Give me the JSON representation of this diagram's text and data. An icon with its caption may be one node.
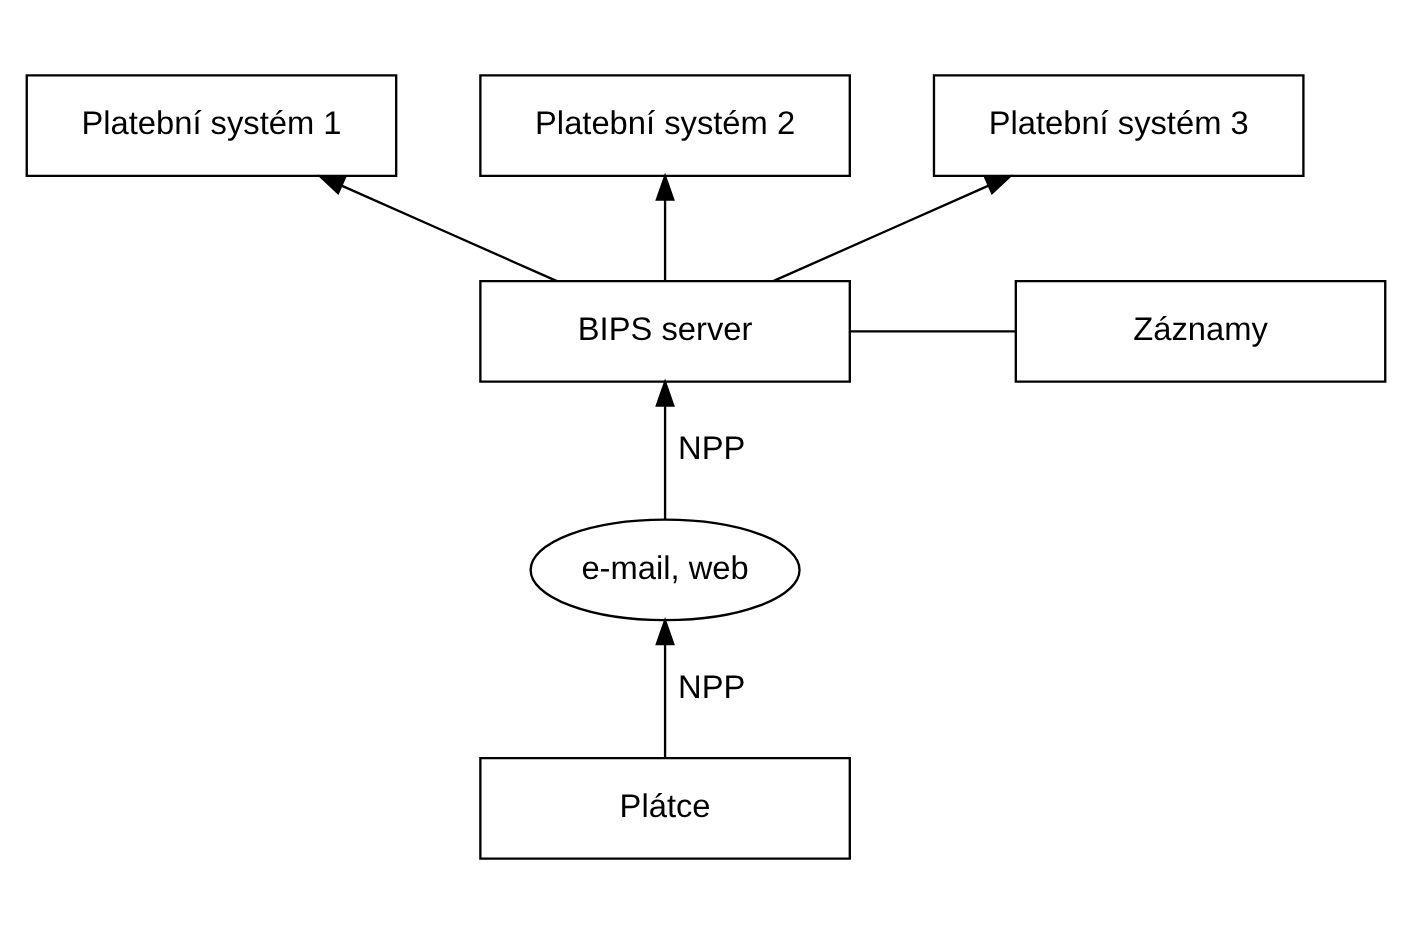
{
  "diagram": {
    "nodes": [
      {
        "text": [
          "Platební systém 1"
        ]
      },
      {
        "text": [
          "Platební systém 2"
        ]
      },
      {
        "text": [
          "Platební systém 3"
        ]
      },
      {
        "text": [
          "BIPS server"
        ]
      },
      {
        "text": [
          "Záznamy"
        ]
      },
      {
        "text": [
          "e-mail, web"
        ]
      },
      {
        "text": [
          "Plátce"
        ]
      }
    ],
    "edges": [
      {
        "from": 3,
        "to": 0,
        "arrow": "to"
      },
      {
        "from": 3,
        "to": 1,
        "arrow": "to"
      },
      {
        "from": 3,
        "to": 2,
        "arrow": "to"
      },
      {
        "from": 3,
        "to": 4,
        "arrow": "none"
      },
      {
        "from": 5,
        "to": 3,
        "arrow": "to",
        "label": "NPP"
      },
      {
        "from": 6,
        "to": 5,
        "arrow": "to",
        "label": "NPP"
      }
    ]
  }
}
